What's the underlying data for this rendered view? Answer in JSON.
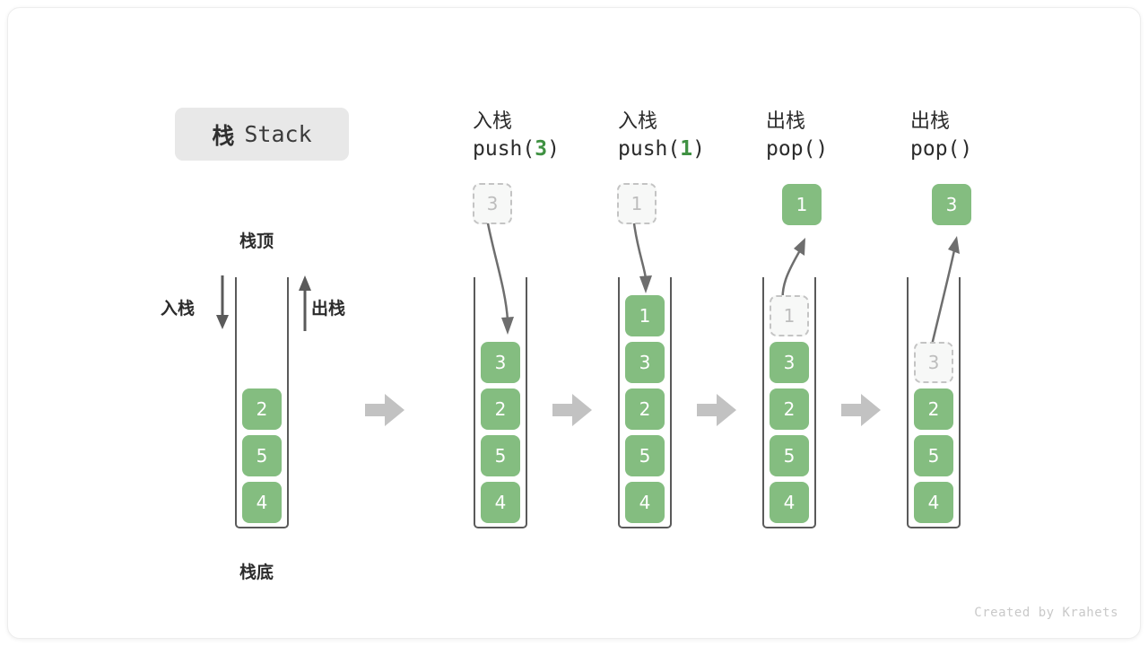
{
  "title": {
    "cn": "栈",
    "en": "Stack"
  },
  "labels": {
    "top": "栈顶",
    "bottom": "栈底",
    "push_side": "入栈",
    "pop_side": "出栈"
  },
  "watermark": "Created by Krahets",
  "colors": {
    "element_fill": "#84bd80",
    "element_text": "#ffffff",
    "ghost_fill": "#f7f8f7",
    "ghost_text": "#bdbdbd",
    "ghost_border": "#c4c4c4",
    "tube_stroke": "#5a5a5a",
    "arrow_gray": "#c2c2c2",
    "curve_arrow": "#6e6e6e",
    "accent_green_text": "#3f9142",
    "chip_bg": "#e8e8e8",
    "text": "#2b2b2b"
  },
  "columns": [
    {
      "id": "initial",
      "head_cn": "",
      "head_code_pre": "",
      "head_code_num": "",
      "head_code_post": "",
      "stack": [
        "2",
        "5",
        "4"
      ]
    },
    {
      "id": "push-3",
      "head_cn": "入栈",
      "head_code_pre": "push(",
      "head_code_num": "3",
      "head_code_post": ")",
      "incoming": "3",
      "stack": [
        "3",
        "2",
        "5",
        "4"
      ]
    },
    {
      "id": "push-1",
      "head_cn": "入栈",
      "head_code_pre": "push(",
      "head_code_num": "1",
      "head_code_post": ")",
      "incoming": "1",
      "stack": [
        "1",
        "3",
        "2",
        "5",
        "4"
      ]
    },
    {
      "id": "pop-1",
      "head_cn": "出栈",
      "head_code_pre": "pop(",
      "head_code_num": "",
      "head_code_post": ")",
      "outgoing": "1",
      "stack": [
        "1",
        "3",
        "2",
        "5",
        "4"
      ],
      "ghost_index": 0
    },
    {
      "id": "pop-3",
      "head_cn": "出栈",
      "head_code_pre": "pop(",
      "head_code_num": "",
      "head_code_post": ")",
      "outgoing": "3",
      "stack": [
        "3",
        "2",
        "5",
        "4"
      ],
      "ghost_index": 0
    }
  ]
}
